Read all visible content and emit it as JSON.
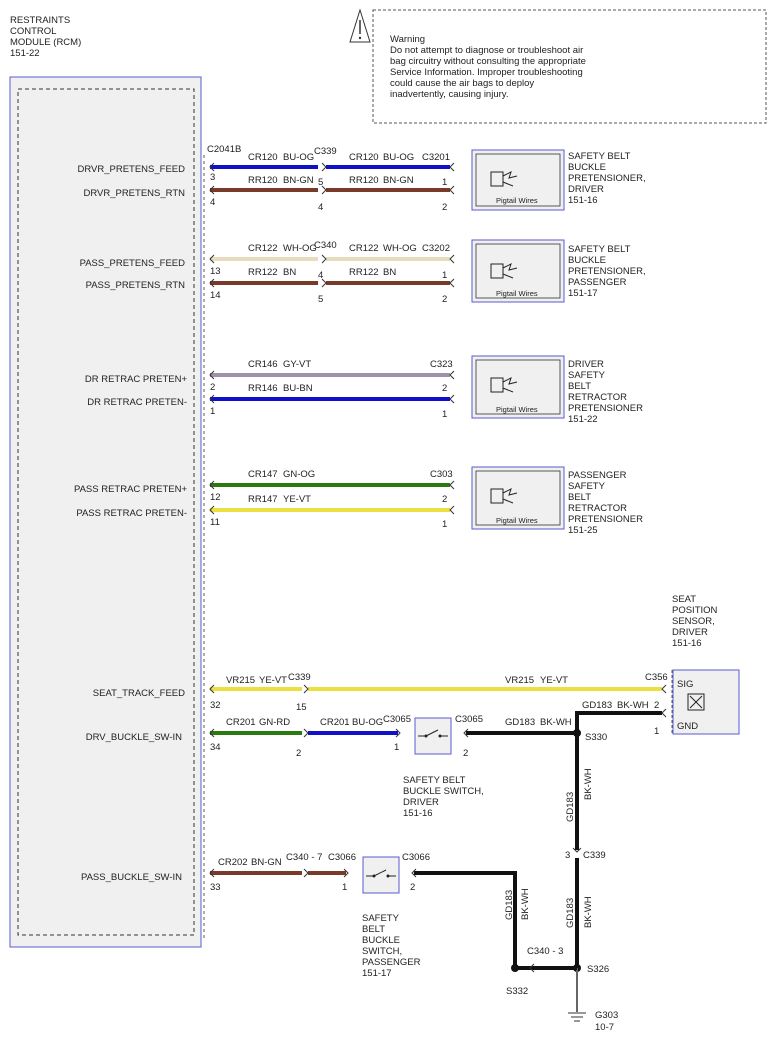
{
  "warning": {
    "title": "Warning",
    "lines": [
      "Do not attempt to diagnose or troubleshoot air",
      "bag circuitry without consulting the appropriate",
      "Service Information.  Improper troubleshooting",
      "could cause the air bags to deploy",
      "inadvertently, causing injury."
    ]
  },
  "rcm": {
    "lines": [
      "RESTRAINTS",
      "CONTROL",
      "MODULE (RCM)",
      "151-22"
    ]
  },
  "pins": [
    "DRVR_PRETENS_FEED",
    "DRVR_PRETENS_RTN",
    "PASS_PRETENS_FEED",
    "PASS_PRETENS_RTN",
    "DR RETRAC PRETEN+",
    "DR RETRAC PRETEN-",
    "PASS RETRAC PRETEN+",
    "PASS RETRAC PRETEN-",
    "SEAT_TRACK_FEED",
    "DRV_BUCKLE_SW-IN",
    "PASS_BUCKLE_SW-IN"
  ],
  "pin_numbers": [
    "3",
    "4",
    "13",
    "14",
    "2",
    "1",
    "12",
    "11",
    "32",
    "34",
    "33"
  ],
  "connectors": {
    "c2041b": "C2041B",
    "c339": "C339",
    "c3201": "C3201",
    "c340": "C340",
    "c3202": "C3202",
    "c323": "C323",
    "c303": "C303",
    "c339b": "C339",
    "c356": "C356",
    "c3065a": "C3065",
    "c3065b": "C3065",
    "c340_7": "C340 - 7",
    "c3066a": "C3066",
    "c3066b": "C3066",
    "c339c": "C339",
    "c340_3": "C340 - 3"
  },
  "splices": {
    "s330": "S330",
    "s326": "S326",
    "s332": "S332"
  },
  "ground": {
    "id": "G303",
    "ref": "10-7"
  },
  "wires": {
    "cr120": "CR120",
    "bu_og": "BU-OG",
    "rr120": "RR120",
    "bn_gn": "BN-GN",
    "cr122": "CR122",
    "wh_og": "WH-OG",
    "rr122": "RR122",
    "bn": "BN",
    "cr146": "CR146",
    "gy_vt": "GY-VT",
    "rr146": "RR146",
    "bu_bn": "BU-BN",
    "cr147": "CR147",
    "gn_og": "GN-OG",
    "rr147": "RR147",
    "ye_vt": "YE-VT",
    "vr215": "VR215",
    "cr201": "CR201",
    "gn_rd": "GN-RD",
    "gd183": "GD183",
    "bk_wh": "BK-WH",
    "cr202": "CR202"
  },
  "devices": {
    "pretens_driver": [
      "SAFETY BELT",
      "BUCKLE",
      "PRETENSIONER,",
      "DRIVER",
      "151-16"
    ],
    "pretens_pass": [
      "SAFETY BELT",
      "BUCKLE",
      "PRETENSIONER,",
      "PASSENGER",
      "151-17"
    ],
    "retrac_driver": [
      "DRIVER",
      "SAFETY",
      "BELT",
      "RETRACTOR",
      "PRETENSIONER",
      "151-22"
    ],
    "retrac_pass": [
      "PASSENGER",
      "SAFETY",
      "BELT",
      "RETRACTOR",
      "PRETENSIONER",
      "151-25"
    ],
    "seat_sensor": [
      "SEAT",
      "POSITION",
      "SENSOR,",
      "DRIVER",
      "151-16"
    ],
    "switch_driver": [
      "SAFETY BELT",
      "BUCKLE SWITCH,",
      "DRIVER",
      "151-16"
    ],
    "switch_pass": [
      "SAFETY",
      "BELT",
      "BUCKLE",
      "SWITCH,",
      "PASSENGER",
      "151-17"
    ],
    "pigtail": "Pigtail Wires",
    "sig": "SIG",
    "gnd": "GND"
  },
  "numbers": {
    "n5": "5",
    "n4": "4",
    "n1": "1",
    "n2": "2",
    "n15": "15",
    "n3": "3"
  },
  "colors": {
    "blue": "#1010c8",
    "brown": "#7a3a2a",
    "tan": "#e8dcc0",
    "gray_violet": "#a090a8",
    "green": "#2a7a10",
    "yellow": "#ece040",
    "black": "#111111",
    "module_fill": "#f0f0f0",
    "module_border": "#5a5ad0"
  }
}
